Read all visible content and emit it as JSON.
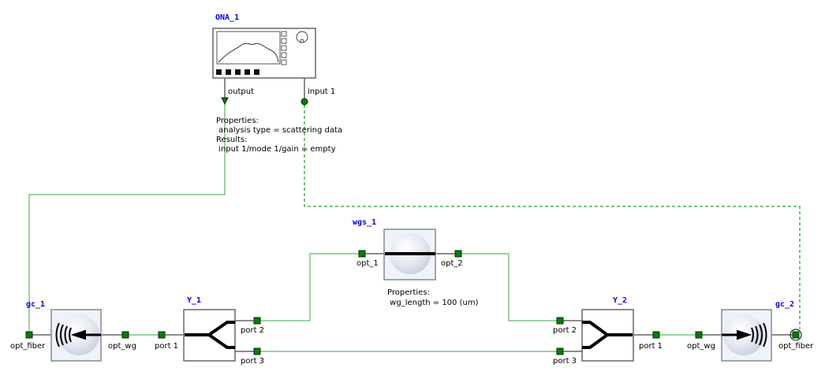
{
  "elements": {
    "ona": {
      "name": "ONA_1",
      "output_label": "output",
      "input_label": "input 1",
      "props": [
        "Properties:",
        " analysis type = scattering data",
        "Results:",
        " input 1/mode 1/gain = empty"
      ]
    },
    "gc1": {
      "name": "gc_1",
      "port_fiber": "opt_fiber",
      "port_wg": "opt_wg"
    },
    "y1": {
      "name": "Y_1",
      "port1": "port 1",
      "port2": "port 2",
      "port3": "port 3"
    },
    "wgs": {
      "name": "wgs_1",
      "port1": "opt_1",
      "port2": "opt_2",
      "props": [
        "Properties:",
        " wg_length = 100 (um)"
      ]
    },
    "y2": {
      "name": "Y_2",
      "port1": "port 1",
      "port2": "port 2",
      "port3": "port 3"
    },
    "gc2": {
      "name": "gc_2",
      "port_fiber": "opt_fiber",
      "port_wg": "opt_wg"
    }
  },
  "colors": {
    "wire": "#7cc47c",
    "port": "#0a7a0a",
    "name": "#0000ee"
  }
}
